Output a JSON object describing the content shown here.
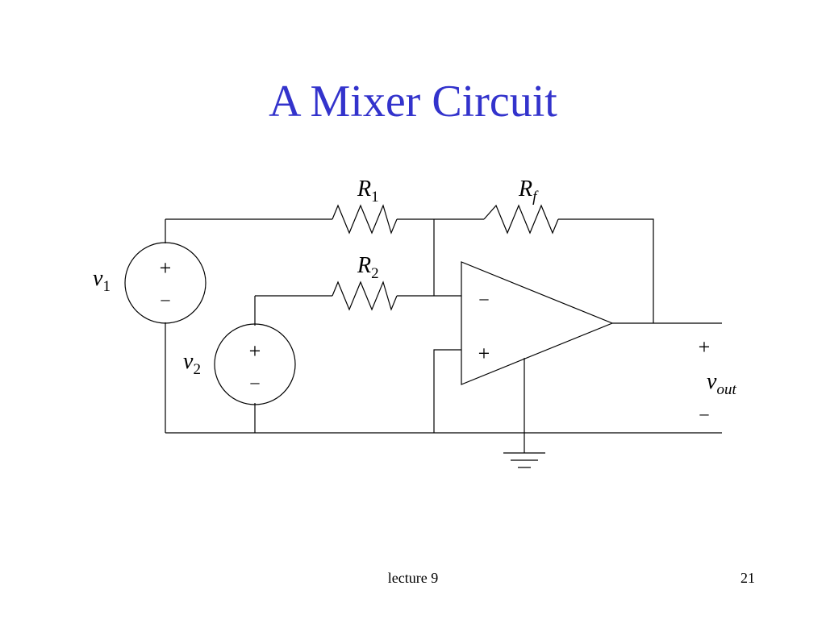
{
  "slide": {
    "title": "A Mixer Circuit",
    "footer_left": "lecture 9",
    "page_number": "21"
  },
  "diagram": {
    "sources": [
      {
        "symbol": "v",
        "subscript": "1",
        "plus": "+",
        "minus": "–"
      },
      {
        "symbol": "v",
        "subscript": "2",
        "plus": "+",
        "minus": "–"
      }
    ],
    "resistors": [
      {
        "symbol": "R",
        "subscript": "1"
      },
      {
        "symbol": "R",
        "subscript": "f"
      },
      {
        "symbol": "R",
        "subscript": "2"
      }
    ],
    "opamp": {
      "inverting_sign": "–",
      "noninverting_sign": "+"
    },
    "output": {
      "plus": "+",
      "symbol": "v",
      "subscript": "out",
      "minus": "–"
    }
  }
}
